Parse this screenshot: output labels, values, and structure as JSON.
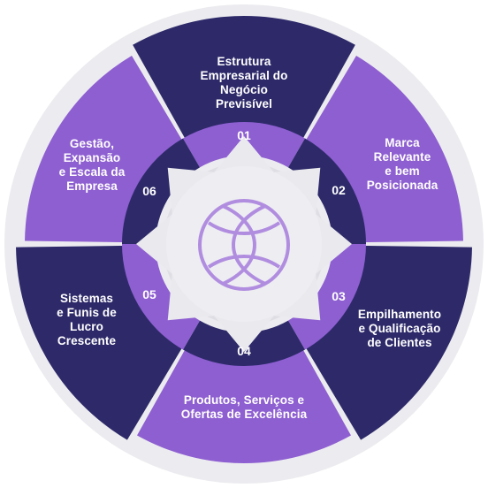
{
  "diagram": {
    "colors": {
      "dark": "#2e2a6a",
      "medium": "#7b4fc0",
      "light": "#8e5fd1",
      "hub": "#e8e8ec",
      "emblem": "#b18de0",
      "background_ring": "#ececf0"
    },
    "center_icon": "interlocking-ring-emblem-icon",
    "segments": [
      {
        "number": "01",
        "label": "Estrutura\nEmpresarial do\nNegócio\nPrevisível",
        "tone": "dark"
      },
      {
        "number": "02",
        "label": "Marca\nRelevante\ne bem\nPosicionada",
        "tone": "light"
      },
      {
        "number": "03",
        "label": "Empilhamento\ne Qualificação\nde Clientes",
        "tone": "dark"
      },
      {
        "number": "04",
        "label": "Produtos, Serviços e\nOfertas de Excelência",
        "tone": "light"
      },
      {
        "number": "05",
        "label": "Sistemas\ne Funis de\nLucro\nCrescente",
        "tone": "dark"
      },
      {
        "number": "06",
        "label": "Gestão,\nExpansão\ne Escala da\nEmpresa",
        "tone": "light"
      }
    ]
  }
}
